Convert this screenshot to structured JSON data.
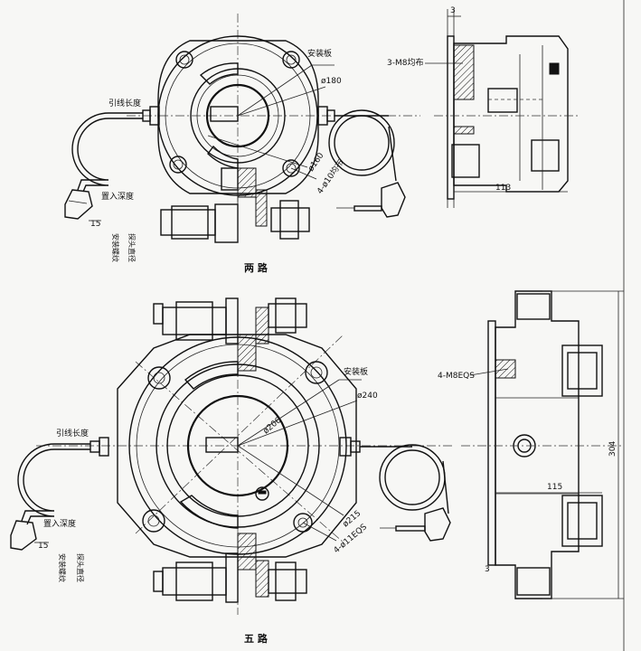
{
  "top": {
    "caption": "两 路",
    "labels": {
      "mount_plate": "安装板",
      "dia_180": "ø180",
      "dia_160": "ø160",
      "holes": "4-ø10均布",
      "lead_length": "引线长度",
      "insert_depth": "置入深度",
      "dim_15": "15",
      "mount_thread": "安装螺纹",
      "probe_dia": "探头直径"
    },
    "side": {
      "dim_3": "3",
      "bolts": "3-M8均布",
      "dim_113": "113"
    }
  },
  "bottom": {
    "caption": "五 路",
    "labels": {
      "mount_plate": "安装板",
      "dia_240": "ø240",
      "dia_206": "ø206",
      "dia_215": "ø215",
      "holes": "4-ø11EQS",
      "lead_length": "引线长度",
      "insert_depth": "置入深度",
      "dim_15": "15",
      "mount_thread": "安装螺纹",
      "probe_dia": "探头直径"
    },
    "side": {
      "bolts": "4-M8EQS",
      "dim_304": "304",
      "dim_115": "115",
      "dim_3": "3"
    }
  }
}
